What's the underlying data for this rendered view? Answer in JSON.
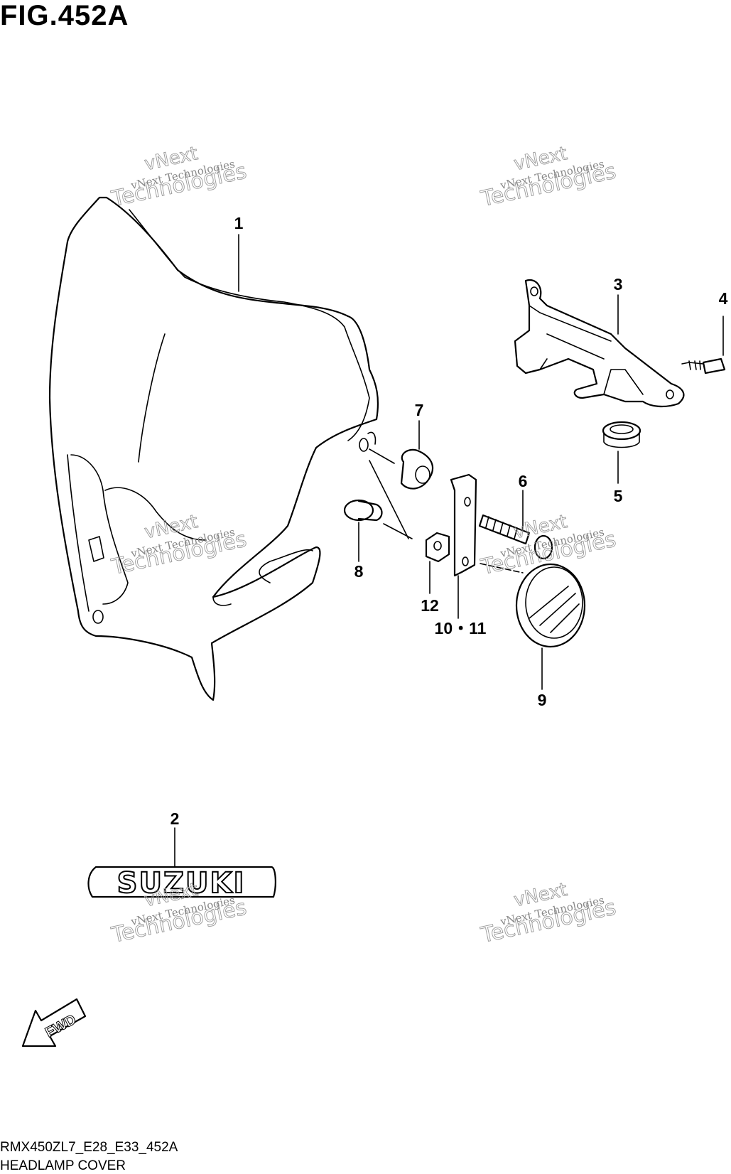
{
  "figure": {
    "title": "FIG.452A",
    "model_code": "RMX450ZL7_E28_E33_452A",
    "section_name": "HEADLAMP COVER"
  },
  "callouts": {
    "c1": "1",
    "c2": "2",
    "c3": "3",
    "c4": "4",
    "c5": "5",
    "c6": "6",
    "c7": "7",
    "c8": "8",
    "c9": "9",
    "c10_11": "10・11",
    "c12": "12"
  },
  "emblem_text": "SUZUKI",
  "fwd_label": "FWD",
  "watermark": {
    "line1": "vNext",
    "line2": "Technologies",
    "small": "vNext Technologies"
  }
}
